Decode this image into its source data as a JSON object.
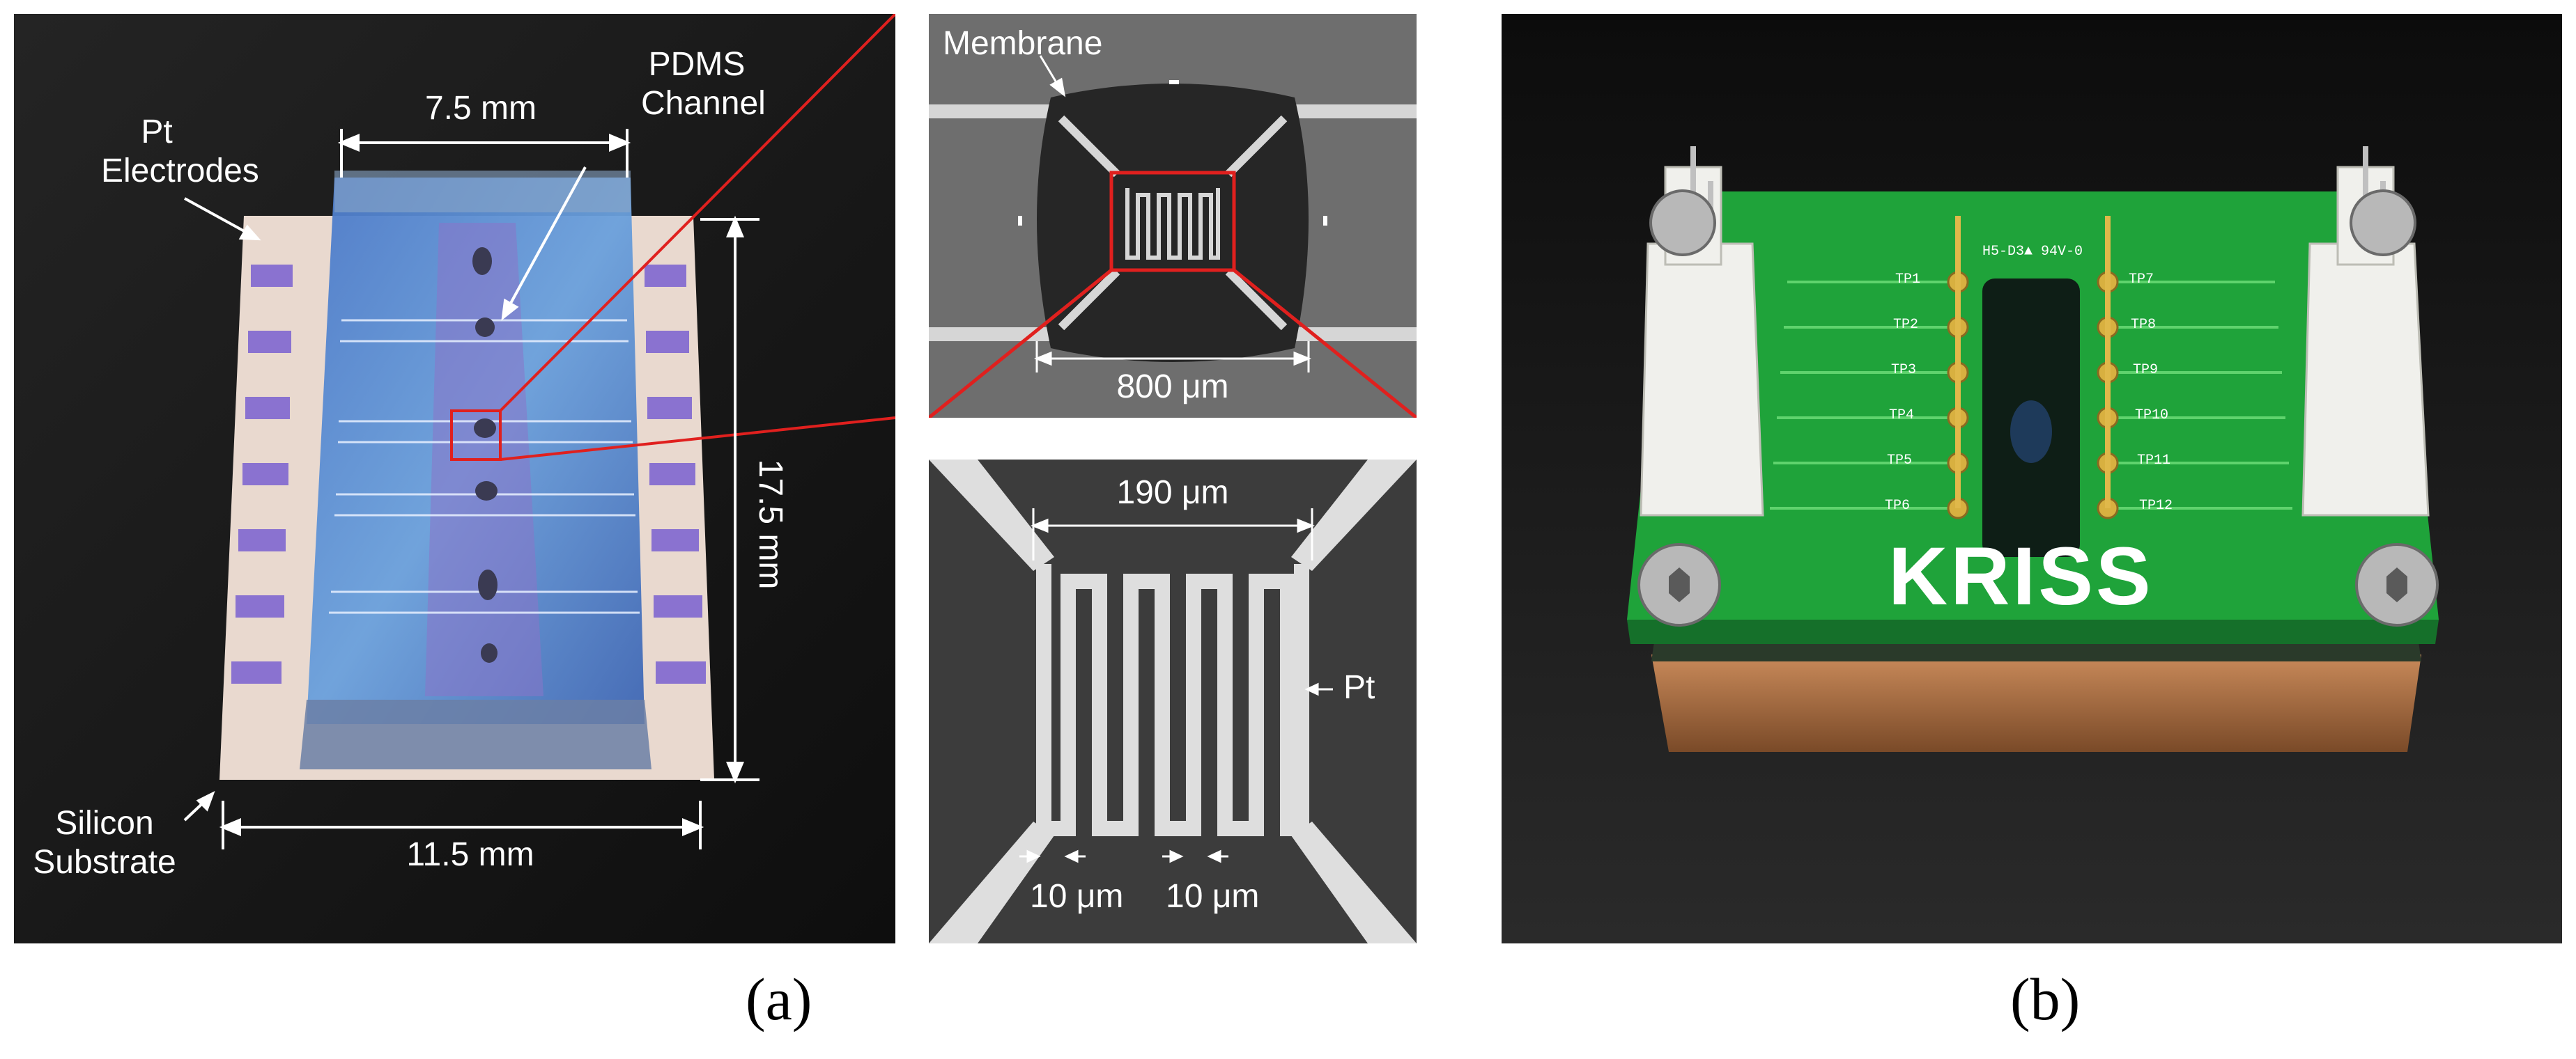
{
  "panel_a": {
    "chip_photo": {
      "label_pt_electrodes": "Pt\nElectrodes",
      "label_pdms_channel": "PDMS\nChannel",
      "label_silicon_substrate": "Silicon\nSubstrate",
      "dim_width_top": "7.5 mm",
      "dim_length": "17.5 mm",
      "dim_width_bottom": "11.5 mm"
    },
    "membrane_view": {
      "label_membrane": "Membrane",
      "dim_membrane": "800 μm"
    },
    "heater_view": {
      "dim_heater": "190 μm",
      "label_pt": "Pt",
      "dim_gap_left": "10 μm",
      "dim_gap_right": "10 μm"
    },
    "caption": "(a)"
  },
  "panel_b": {
    "pcb_marking": "H5-D3▲ 94V-0",
    "test_points_left": [
      "TP1",
      "TP2",
      "TP3",
      "TP4",
      "TP5",
      "TP6"
    ],
    "test_points_right": [
      "TP7",
      "TP8",
      "TP9",
      "TP10",
      "TP11",
      "TP12"
    ],
    "logo_text": "KRISS",
    "caption": "(b)"
  }
}
